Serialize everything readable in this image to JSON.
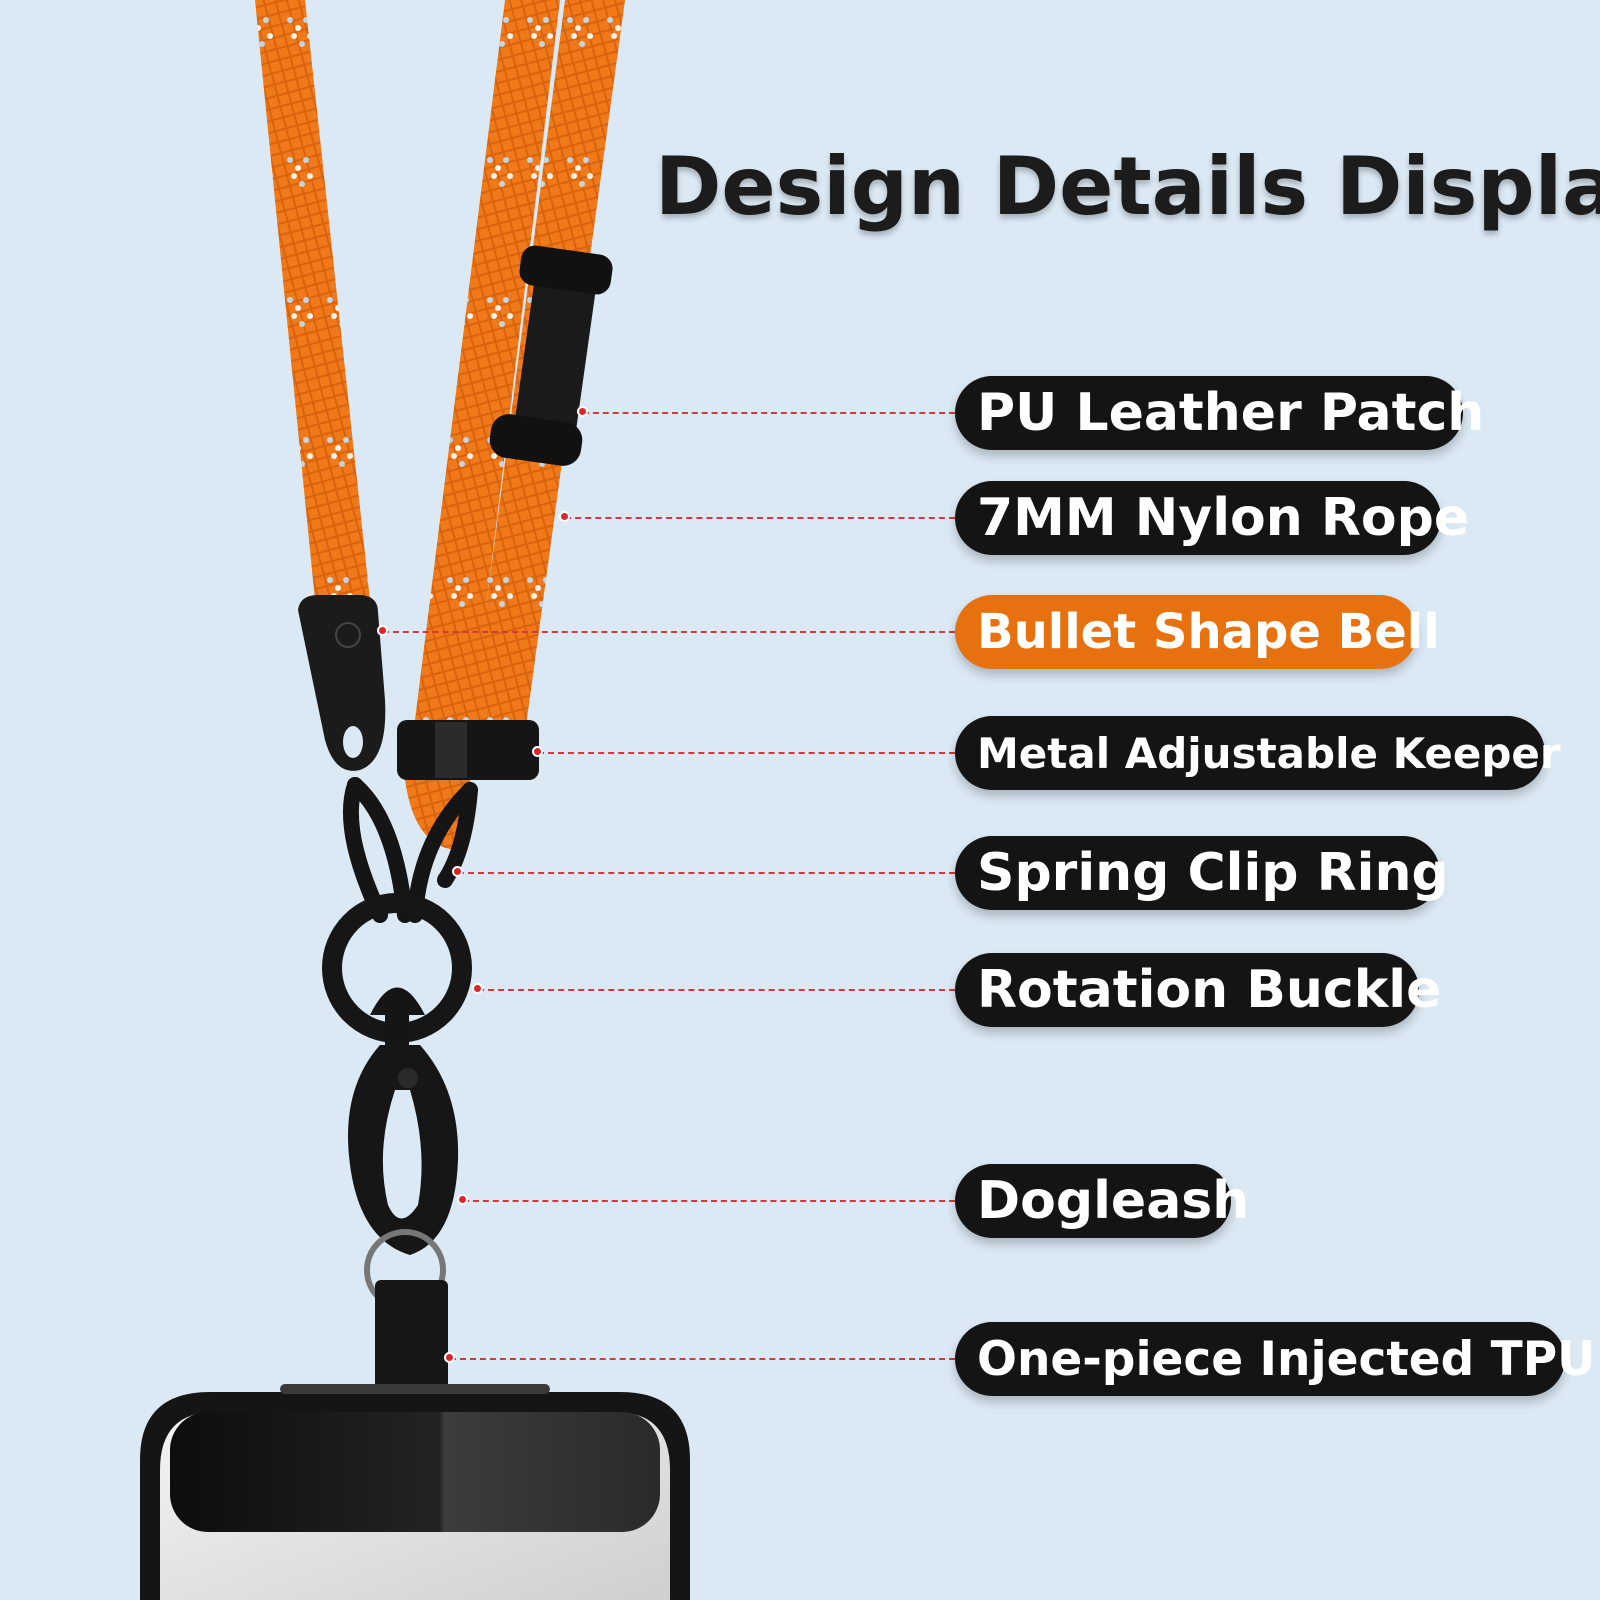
{
  "title": "Design Details Display",
  "colors": {
    "background": "#dbe9f4",
    "rope": "#f07a1a",
    "hardware": "#151515",
    "pill": "#141414",
    "accent_pill": "#e8710f",
    "leader_line": "#d23a3a"
  },
  "labels": [
    {
      "text": "PU Leather Patch",
      "highlighted": false
    },
    {
      "text": "7MM Nylon Rope",
      "highlighted": false
    },
    {
      "text": "Bullet Shape Bell",
      "highlighted": true
    },
    {
      "text": "Metal Adjustable Keeper",
      "highlighted": false
    },
    {
      "text": "Spring Clip Ring",
      "highlighted": false
    },
    {
      "text": "Rotation Buckle",
      "highlighted": false
    },
    {
      "text": "Dogleash",
      "highlighted": false
    },
    {
      "text": "One-piece Injected TPU",
      "highlighted": false
    }
  ]
}
